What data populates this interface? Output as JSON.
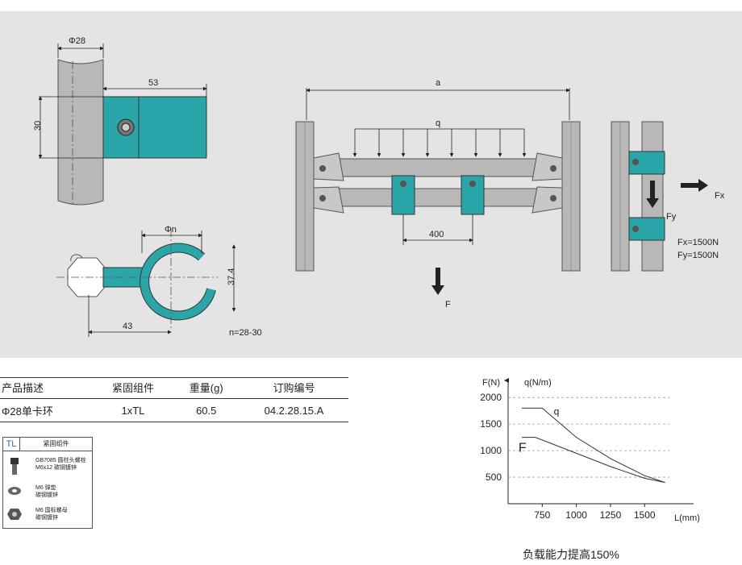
{
  "drawing": {
    "dims": {
      "phi28": "Φ28",
      "d53": "53",
      "d30": "30",
      "phin": "Φn",
      "d37_4": "37.4",
      "d43": "43",
      "n_range": "n=28-30",
      "a": "a",
      "q": "q",
      "d400": "400",
      "F": "F",
      "Fx": "Fx",
      "Fy": "Fy",
      "Fx_val": "Fx=1500N",
      "Fy_val": "Fy=1500N"
    },
    "colors": {
      "clamp": "#2aa6a8",
      "tube": "#b8b8b8",
      "panel": "#e4e4e4"
    }
  },
  "spec_table": {
    "headers": [
      "产品描述",
      "紧固组件",
      "重量(g)",
      "订购编号"
    ],
    "rows": [
      [
        "Φ28单卡环",
        "1xTL",
        "60.5",
        "04.2.28.15.A"
      ]
    ]
  },
  "fastener": {
    "code": "TL",
    "title": "紧固组件",
    "items": [
      {
        "icon": "bolt-icon",
        "line1": "GB7085 圆柱头螺栓",
        "line2": "M6x12 碳钢镀锌"
      },
      {
        "icon": "washer-icon",
        "line1": "M6 弹垫",
        "line2": "碳钢镀锌"
      },
      {
        "icon": "nut-icon",
        "line1": "M6 国标螺母",
        "line2": "碳钢镀锌"
      }
    ]
  },
  "chart_data": {
    "type": "line",
    "y_labels": [
      "F(N)",
      "q(N/m)"
    ],
    "xlabel": "L(mm)",
    "x_ticks": [
      750,
      1000,
      1250,
      1500
    ],
    "y_ticks": [
      500,
      1000,
      1500,
      2000
    ],
    "xlim": [
      500,
      1800
    ],
    "ylim": [
      0,
      2200
    ],
    "series": [
      {
        "name": "q",
        "x": [
          600,
          750,
          1000,
          1250,
          1500,
          1650
        ],
        "y": [
          1800,
          1800,
          1250,
          850,
          530,
          400
        ]
      },
      {
        "name": "F",
        "x": [
          600,
          700,
          1000,
          1250,
          1500,
          1650
        ],
        "y": [
          1250,
          1250,
          950,
          700,
          480,
          400
        ]
      }
    ]
  },
  "caption": "负载能力提高150%"
}
